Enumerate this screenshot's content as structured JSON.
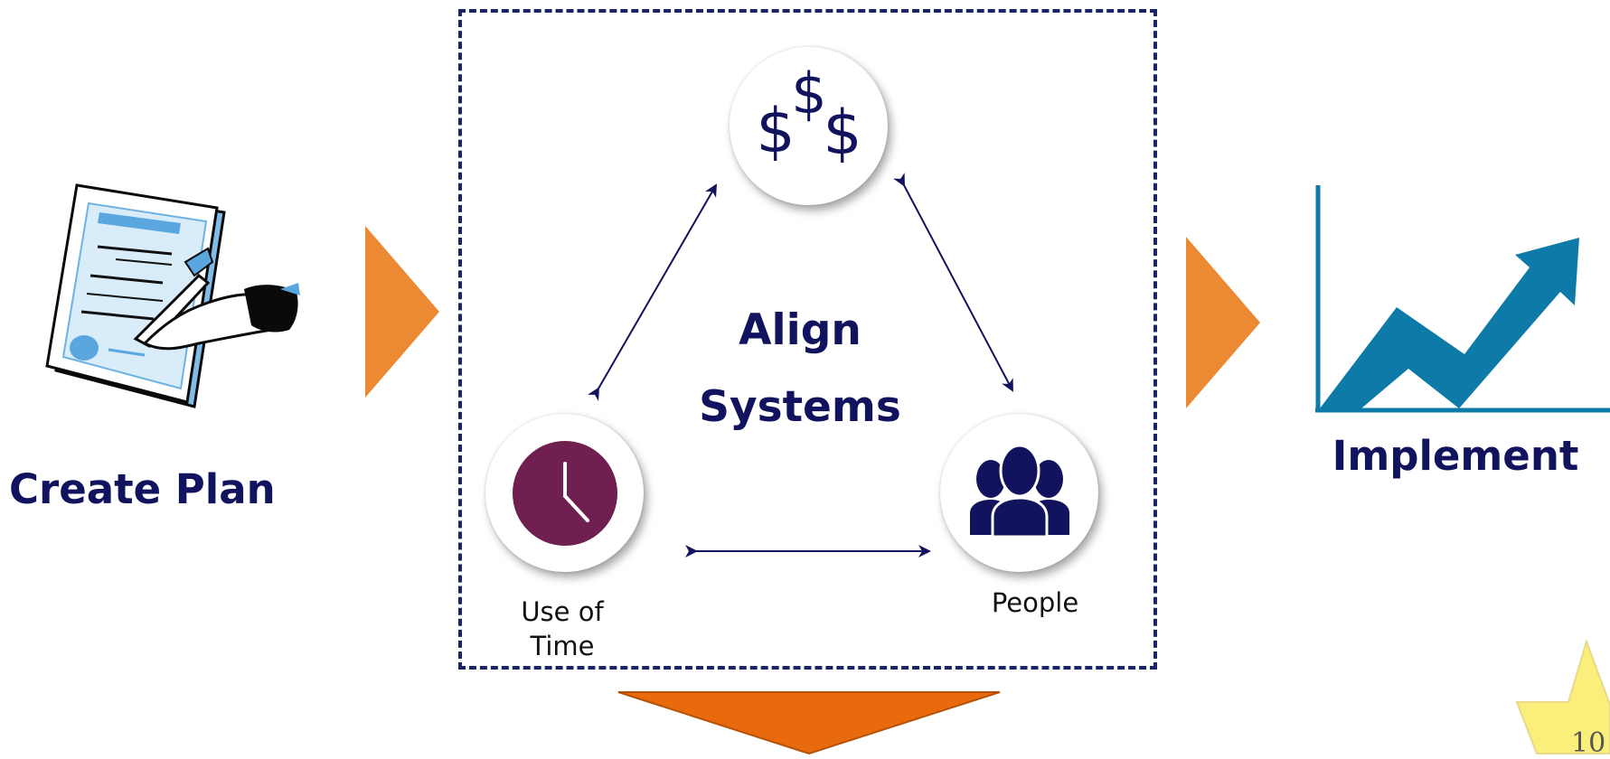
{
  "steps": {
    "create_plan": "Create Plan",
    "implement": "Implement"
  },
  "center": {
    "title_line1": "Align",
    "title_line2": "Systems"
  },
  "nodes": {
    "money_icon": "dollar-signs-icon",
    "time_line1": "Use of",
    "time_line2": "Time",
    "people": "People"
  },
  "page_number": "10",
  "colors": {
    "navy": "#12135e",
    "orange_arrow": "#ec8a34",
    "down_arrow": "#e86a0c",
    "clock": "#702050",
    "chart_blue": "#0e7aa8",
    "star": "#f9ef7a"
  }
}
